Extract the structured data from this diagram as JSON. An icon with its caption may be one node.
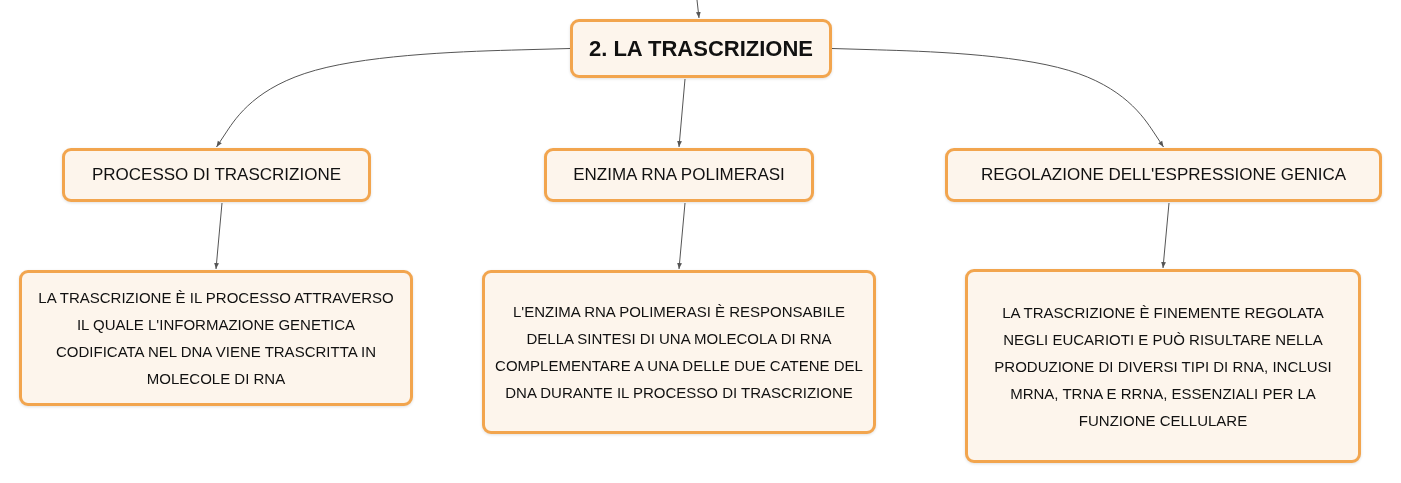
{
  "diagram": {
    "nodes": [
      {
        "text": [
          "2. LA TRASCRIZIONE"
        ]
      },
      {
        "text": [
          "PROCESSO DI TRASCRIZIONE"
        ]
      },
      {
        "text": [
          "ENZIMA RNA POLIMERASI"
        ]
      },
      {
        "text": [
          "REGOLAZIONE DELL'ESPRESSIONE GENICA"
        ]
      },
      {
        "text": [
          "LA TRASCRIZIONE È IL PROCESSO ATTRAVERSO IL QUALE L'INFORMAZIONE GENETICA CODIFICATA NEL DNA VIENE TRASCRITTA IN MOLECOLE DI RNA"
        ]
      },
      {
        "text": [
          "L'ENZIMA RNA POLIMERASI È RESPONSABILE DELLA SINTESI DI UNA MOLECOLA DI RNA COMPLEMENTARE A UNA DELLE DUE CATENE DEL DNA DURANTE IL PROCESSO DI TRASCRIZIONE"
        ]
      },
      {
        "text": [
          "LA TRASCRIZIONE È FINEMENTE REGOLATA NEGLI EUCARIOTI E PUÒ RISULTARE NELLA PRODUZIONE DI DIVERSI TIPI DI RNA, INCLUSI MRNA, TRNA E RRNA, ESSENZIALI PER LA FUNZIONE CELLULARE"
        ]
      }
    ],
    "edges": [
      {
        "from": null,
        "to": 0,
        "arrow": "to"
      },
      {
        "from": 0,
        "to": 1,
        "arrow": "to"
      },
      {
        "from": 0,
        "to": 2,
        "arrow": "to"
      },
      {
        "from": 0,
        "to": 3,
        "arrow": "to"
      },
      {
        "from": 1,
        "to": 4,
        "arrow": "to"
      },
      {
        "from": 2,
        "to": 5,
        "arrow": "to"
      },
      {
        "from": 3,
        "to": 6,
        "arrow": "to"
      }
    ]
  }
}
